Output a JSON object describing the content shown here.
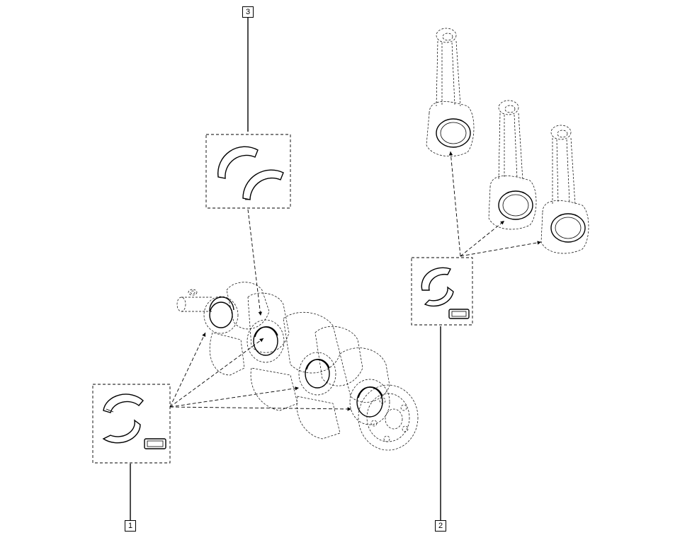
{
  "callouts": [
    {
      "label": "3"
    },
    {
      "label": "1"
    },
    {
      "label": "2"
    }
  ]
}
